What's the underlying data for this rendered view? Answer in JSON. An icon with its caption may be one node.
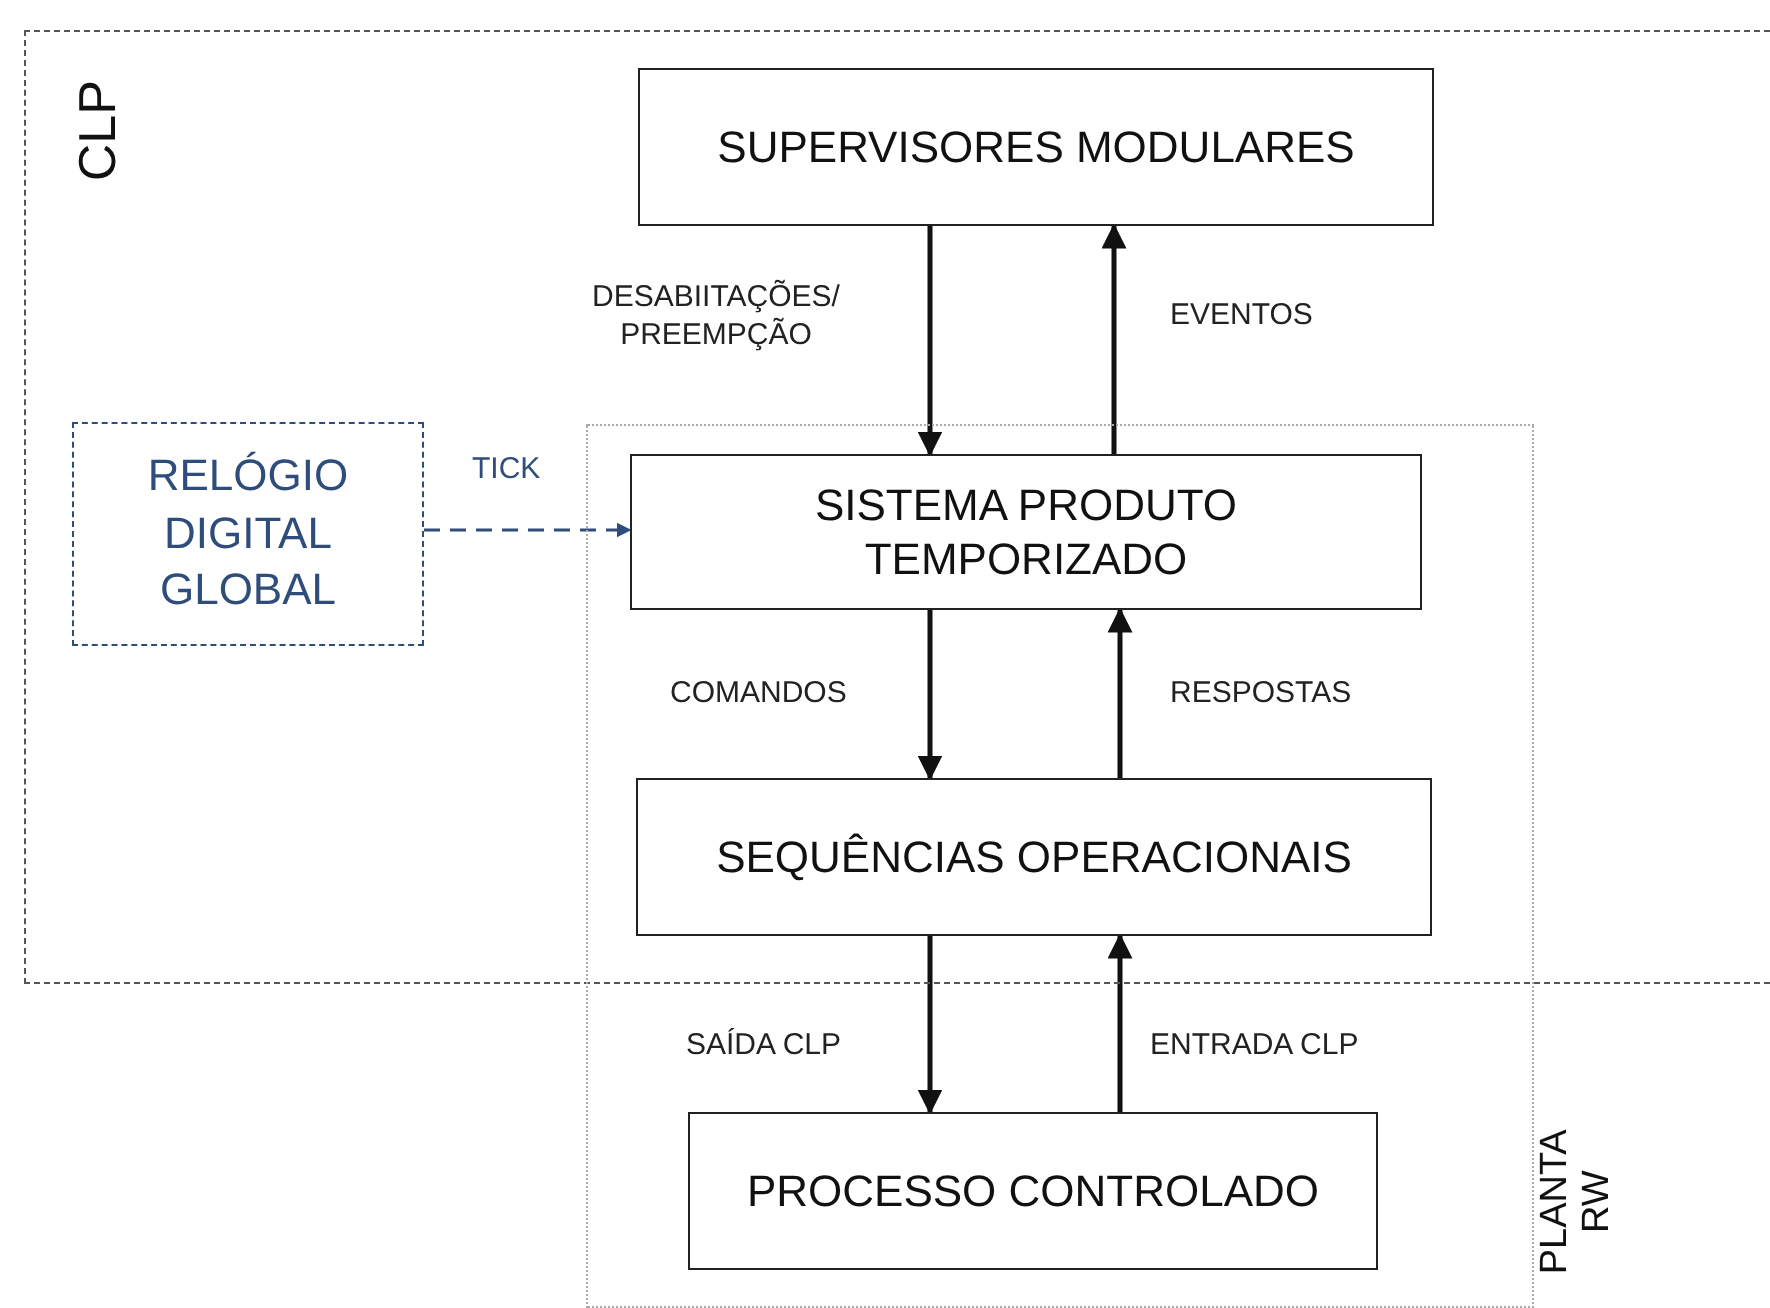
{
  "diagram": {
    "nodes": [
      {
        "text": [
          "CLP"
        ]
      },
      {
        "text": [
          "SUPERVISORES MODULARES"
        ],
        "in": 0
      },
      {
        "text": [
          "RELÓGIO DIGITAL GLOBAL"
        ],
        "in": 0
      },
      {
        "text": [
          "PLANTA RW"
        ]
      },
      {
        "text": [
          "SISTEMA PRODUTO TEMPORIZADO"
        ]
      },
      {
        "text": [
          "SEQUÊNCIAS OPERACIONAIS"
        ]
      },
      {
        "text": [
          "PROCESSO CONTROLADO"
        ],
        "in": 3
      }
    ],
    "edges": [
      {
        "from": 1,
        "to": 4,
        "arrow": "to",
        "label": "DESABIITAÇÕES/ PREEMPÇÃO"
      },
      {
        "from": 4,
        "to": 1,
        "arrow": "to",
        "label": "EVENTOS"
      },
      {
        "from": 2,
        "to": 4,
        "arrow": "to",
        "label": "TICK",
        "style": "dashed",
        "color": "#2e4d7b"
      },
      {
        "from": 4,
        "to": 5,
        "arrow": "to",
        "label": "COMANDOS"
      },
      {
        "from": 5,
        "to": 4,
        "arrow": "to",
        "label": "RESPOSTAS"
      },
      {
        "from": 5,
        "to": 6,
        "arrow": "to",
        "label": "SAÍDA CLP"
      },
      {
        "from": 6,
        "to": 5,
        "arrow": "to",
        "label": "ENTRADA CLP"
      }
    ]
  }
}
